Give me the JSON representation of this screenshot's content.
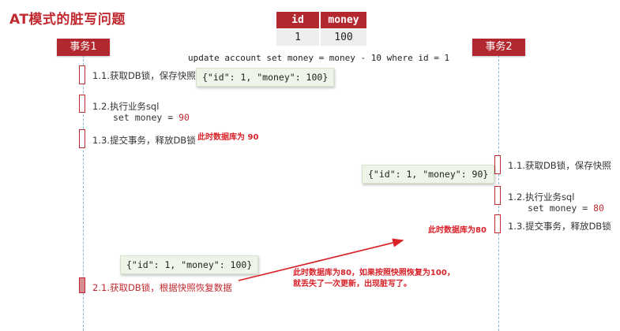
{
  "title": "AT模式的脏写问题",
  "table": {
    "headers": [
      "id",
      "money"
    ],
    "row": [
      "1",
      "100"
    ]
  },
  "sql": "update account set money = money - 10 where id = 1",
  "tx1": {
    "label": "事务1",
    "steps": {
      "s1": "1.1.获取DB锁，保存快照",
      "s2": "1.2.执行业务sql",
      "s2_code": "set money = ",
      "s2_value": "90",
      "s3": "1.3.提交事务，释放DB锁",
      "s4": "2.1.获取DB锁，根据快照恢复数据"
    },
    "snapshot1": "{\"id\": 1, \"money\": 100}",
    "snapshot2": "{\"id\": 1, \"money\": 100}",
    "note": "此时数据库为 90"
  },
  "tx2": {
    "label": "事务2",
    "steps": {
      "s1": "1.1.获取DB锁，保存快照",
      "s2": "1.2.执行业务sql",
      "s2_code": "set money = ",
      "s2_value": "80",
      "s3": "1.3.提交事务，释放DB锁"
    },
    "snapshot": "{\"id\": 1, \"money\": 90}",
    "note": "此时数据库为80"
  },
  "bottom_note": {
    "line1": "此时数据库为80，如果按照快照恢复为100，",
    "line2": "就丢失了一次更新，出现脏写了。"
  },
  "colors": {
    "accent": "#b3282e",
    "note": "#d8232a",
    "snapshot_bg": "#eef4e7",
    "lifeline": "#8fb4cc"
  }
}
